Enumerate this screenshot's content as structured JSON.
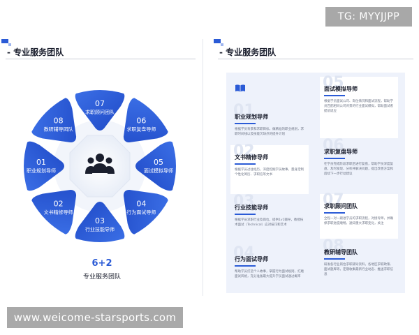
{
  "watermark": "TG: MYYJJPP",
  "url": "www.weicome-starsports.com",
  "left_page": {
    "title": "- 专业服务团队",
    "center_icon": "team-people-icon",
    "segments": [
      {
        "num": "07",
        "label": "求职顾问团队"
      },
      {
        "num": "06",
        "label": "求职复盘导师"
      },
      {
        "num": "05",
        "label": "面试模拟导师"
      },
      {
        "num": "04",
        "label": "行为面试导师"
      },
      {
        "num": "03",
        "label": "行业技能导师"
      },
      {
        "num": "02",
        "label": "文书精修导师"
      },
      {
        "num": "01",
        "label": "职业规划导师"
      },
      {
        "num": "08",
        "label": "教研辅导团队"
      }
    ],
    "summary_num": "6+2",
    "summary_label": "专业服务团队"
  },
  "right_page": {
    "title": "- 专业服务团队",
    "header_icon": "book-icon",
    "cards": [
      {
        "num": "01",
        "title": "职业规划导师",
        "desc": "根据学员背景和求职目标，做精准的职业规划，求职时间线以及技能欠缺点的提升计划"
      },
      {
        "num": "02",
        "title": "文书精修导师",
        "desc": "根据学员过往经历，深度挖掘学员故事，量身定制个性化简历、求职信等文书"
      },
      {
        "num": "03",
        "title": "行业技能导师",
        "desc": "根据学员求职行业及岗位，提供1v1辅导，教授技术面试（Technical）应对技巧和艺术"
      },
      {
        "num": "04",
        "title": "行为面试导师",
        "desc": "帮助学员打造个人故事，掌握行为面试规则，打磨面试风格，充分准备最大提升学员面试通过概率"
      },
      {
        "num": "05",
        "title": "面试模拟导师",
        "desc": "根据学员面试公司、岗位情况和面试流程，帮助学员匹配相同公司背景的行业面试模拟，帮助面试者提前适应"
      },
      {
        "num": "06",
        "title": "求职复盘导师",
        "desc": "在学员完成阶段求职后进行复盘，帮助学员深度复盘，及时发现、分析并解决问题，提出改善方案和后续下一步行动建议"
      },
      {
        "num": "07",
        "title": "求职顾问团队",
        "desc": "全程一对一跟进学员的求职流程，对接导师，并确保求职进度顺畅，通知重大求职变化，关注"
      },
      {
        "num": "08",
        "title": "教研辅导团队",
        "desc": "研发各行业岗位求职辅导资料，各地区求职政策、面试题库等，定期收集最新行业动态、推送求职信息"
      }
    ]
  }
}
